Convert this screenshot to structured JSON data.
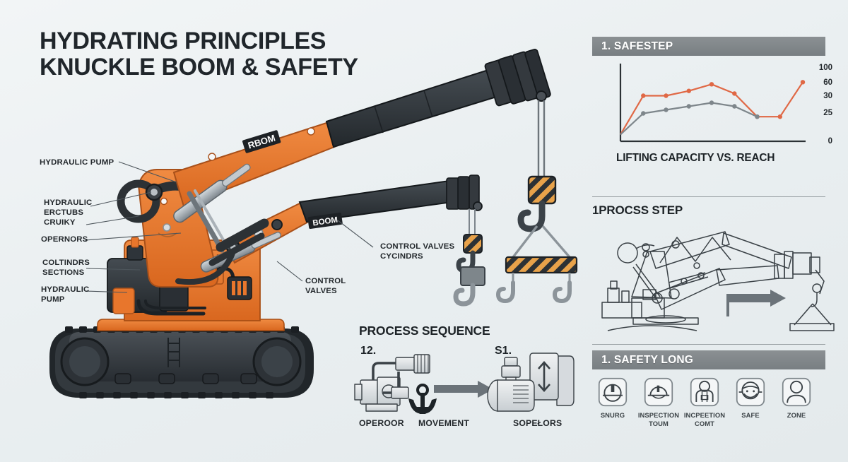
{
  "title": {
    "line1": "HYDRATING PRINCIPLES",
    "line2": "KNUCKLE BOOM & SAFETY"
  },
  "colors": {
    "orange": "#e8762c",
    "orange_dark": "#c35a1c",
    "dark": "#2f3438",
    "grey_bar": "#808588",
    "chart_orange": "#e06845",
    "chart_grey": "#7e868b",
    "background": "#edf1f2",
    "line_art": "#3a4146"
  },
  "crane": {
    "boom_label_main": "RBOM",
    "boom_label_secondary": "BOOM"
  },
  "callouts": [
    {
      "text": "HYDRAULIC PUMP"
    },
    {
      "text": "HYDRAULIC\nERCTUBS\nCRUIKY"
    },
    {
      "text": "OPERNORS"
    },
    {
      "text": "COLTINDRS\nSECTIONS"
    },
    {
      "text": "HYDRAULIC\nPUMP"
    },
    {
      "text": "CONTROL VALVES\nCYCINDRS"
    },
    {
      "text": "CONTROL\nVALVES"
    }
  ],
  "panels": {
    "chart_panel": {
      "header": "1. SAFESTEP"
    },
    "process_panel": {
      "title": "1PROCSS STEP"
    },
    "safety_panel": {
      "header": "1. SAFETY LONG"
    }
  },
  "chart_data": {
    "type": "line",
    "title": "1. SAFESTEP",
    "xlabel": "LIFTING CAPACITY VS. REACH",
    "ylabel": "",
    "x": [
      0,
      1,
      2,
      3,
      4,
      5,
      6,
      7,
      8
    ],
    "ytick_labels": [
      "0",
      "25",
      "30",
      "60",
      "100"
    ],
    "ytick_positions": [
      0,
      38,
      62,
      80,
      100
    ],
    "grid": false,
    "legend": "none",
    "series": [
      {
        "name": "lifting-capacity",
        "color": "#e06845",
        "values": [
          6,
          30,
          30,
          41,
          56,
          35,
          22,
          22,
          61
        ]
      },
      {
        "name": "reach",
        "color": "#7e868b",
        "values": [
          6,
          25,
          26,
          27,
          28,
          27,
          22,
          null,
          null
        ]
      }
    ]
  },
  "process_sequence": {
    "title": "PROCESS SEQUENCE",
    "steps": [
      {
        "number": "12.",
        "caption": "OPEROOR"
      },
      {
        "number": "",
        "caption": "MOVEMENT"
      },
      {
        "number": "S1.",
        "caption": "SOPEŁORS"
      }
    ]
  },
  "safety_items": [
    {
      "icon": "helmet-icon",
      "label": "SNURG"
    },
    {
      "icon": "helmet-inspection-icon",
      "label": "INSPECTION TOUM"
    },
    {
      "icon": "worker-vest-icon",
      "label": "INCPEETION COMT"
    },
    {
      "icon": "face-mask-icon",
      "label": "SAFE"
    },
    {
      "icon": "person-icon",
      "label": "ZONE"
    }
  ]
}
